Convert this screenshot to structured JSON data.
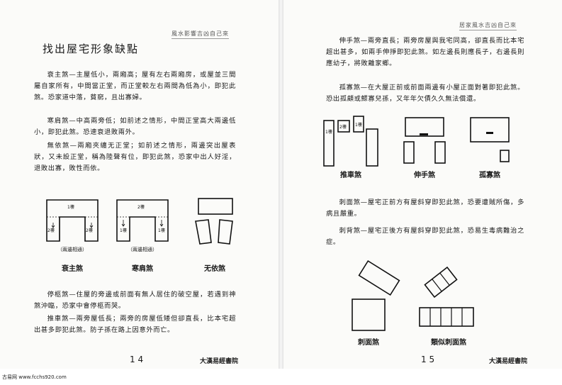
{
  "left": {
    "running_head": "風水影響吉凶自己來",
    "title": "找出屋宅形象缺點",
    "paragraphs": [
      "衰主煞—主屋低小，兩廂高；屋有左右兩廂房，或屋並三間屬自家所有，中間當正堂，而正堂較左右兩間為低為小，即犯此煞。恐家道中落，貧窮，且出寡婦。",
      "寒肩煞—中高兩旁低；如前述之情形，中間正堂高大兩邊低小，即犯此煞。恐速衰退敗兩外。",
      "無依煞—兩廂夾纏无正堂；如前述之情形，兩邊突出屋表狀，又未設正堂，稱為陸聲有位，即犯此煞，恐家中出人好淫，退敗出寡，敗性而依。",
      "停柩煞—住屋的旁邊或前面有無人居住的破空屋，若遇到神煞沖臨，恐家中會停柩而哭。",
      "推車煞—兩旁屋低長；兩旁的房屋低矮但卻直長，比本宅超出甚多即犯此煞。防子孫在路上因意外而亡。"
    ],
    "figure_labels": {
      "floor1": "1樓",
      "floor2": "2樓"
    },
    "captions": [
      "衰主煞",
      "寒肩煞",
      "无依煞"
    ],
    "subcaptions": [
      "（兩邊相通）",
      "（兩邊相通）"
    ],
    "page_number": "1 4",
    "publisher": "大漢易經書院"
  },
  "right": {
    "running_head": "居家風水吉凶自己來",
    "paragraphs": [
      "伸手煞—兩旁直長；兩旁房屋與我宅同高，卻直長而比本宅超出甚多，如兩手伸掙即犯此煞。如左邊長則應長子，右邊長則應幼子，將敗離家鄉。",
      "孤寡煞—在大屋正前或前面兩邊有小屋正面對著即犯此煞。恐出孤顧或鰥寡兒孫，又年年欠債久久無法償還。",
      "刺面煞—屋宅正前方有屋斜穿即犯此煞，恐要遭賊所傷，多病且嚴重。",
      "刺背煞—屋宅正後方有屋斜穿即犯此煞，恐易生毒病難治之症。"
    ],
    "figure_labels": {
      "floor1": "1樓",
      "floor2": "2樓"
    },
    "captions_top": [
      "推車煞",
      "伸手煞",
      "孤寡煞"
    ],
    "captions_bottom": [
      "刺面煞",
      "類似刺面煞"
    ],
    "page_number": "1 5",
    "publisher": "大漢易經書院"
  },
  "site_credit": "古易网 www.fcchs920.com"
}
